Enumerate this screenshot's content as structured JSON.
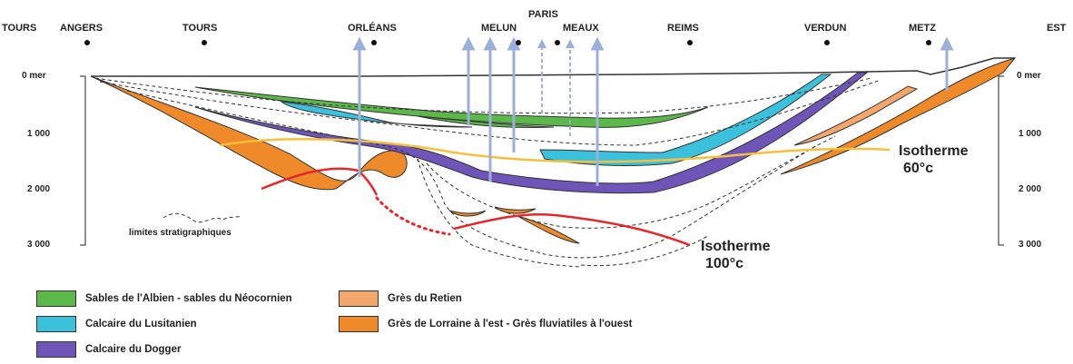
{
  "top_labels": {
    "tours_left": "TOURS",
    "angers": "ANGERS",
    "tours": "TOURS",
    "orleans": "ORLÉANS",
    "paris": "PARIS",
    "melun": "MELUN",
    "meaux": "MEAUX",
    "reims": "REIMS",
    "verdun": "VERDUN",
    "metz": "METZ",
    "est": "EST"
  },
  "depth_axis": [
    "0 mer",
    "1 000",
    "2 000",
    "3 000"
  ],
  "isotherms": {
    "iso60_line1": "Isotherme",
    "iso60_line2": "60°c",
    "iso100_line1": "Isotherme",
    "iso100_line2": "100°c"
  },
  "annotation": "limites stratigraphiques",
  "legend": [
    {
      "label": "Sables de l'Albien - sables du Néocornien",
      "color": "#5cb84a"
    },
    {
      "label": "Calcaire du Lusitanien",
      "color": "#3cc1dc"
    },
    {
      "label": "Calcaire du Dogger",
      "color": "#6f55b8"
    },
    {
      "label": "Grès du Retien",
      "color": "#f4a76a"
    },
    {
      "label": "Grès de Lorraine à l'est - Grès fluviatiles à l'ouest",
      "color": "#ee8a2a"
    }
  ],
  "colors": {
    "albien": "#5cb84a",
    "lusitanien": "#3cc1dc",
    "dogger": "#6f55b8",
    "retien": "#f4a76a",
    "lorraine": "#ee8a2a",
    "iso60": "#f6bf3c",
    "iso100": "#e8262a",
    "arrow": "#9bb0db"
  }
}
